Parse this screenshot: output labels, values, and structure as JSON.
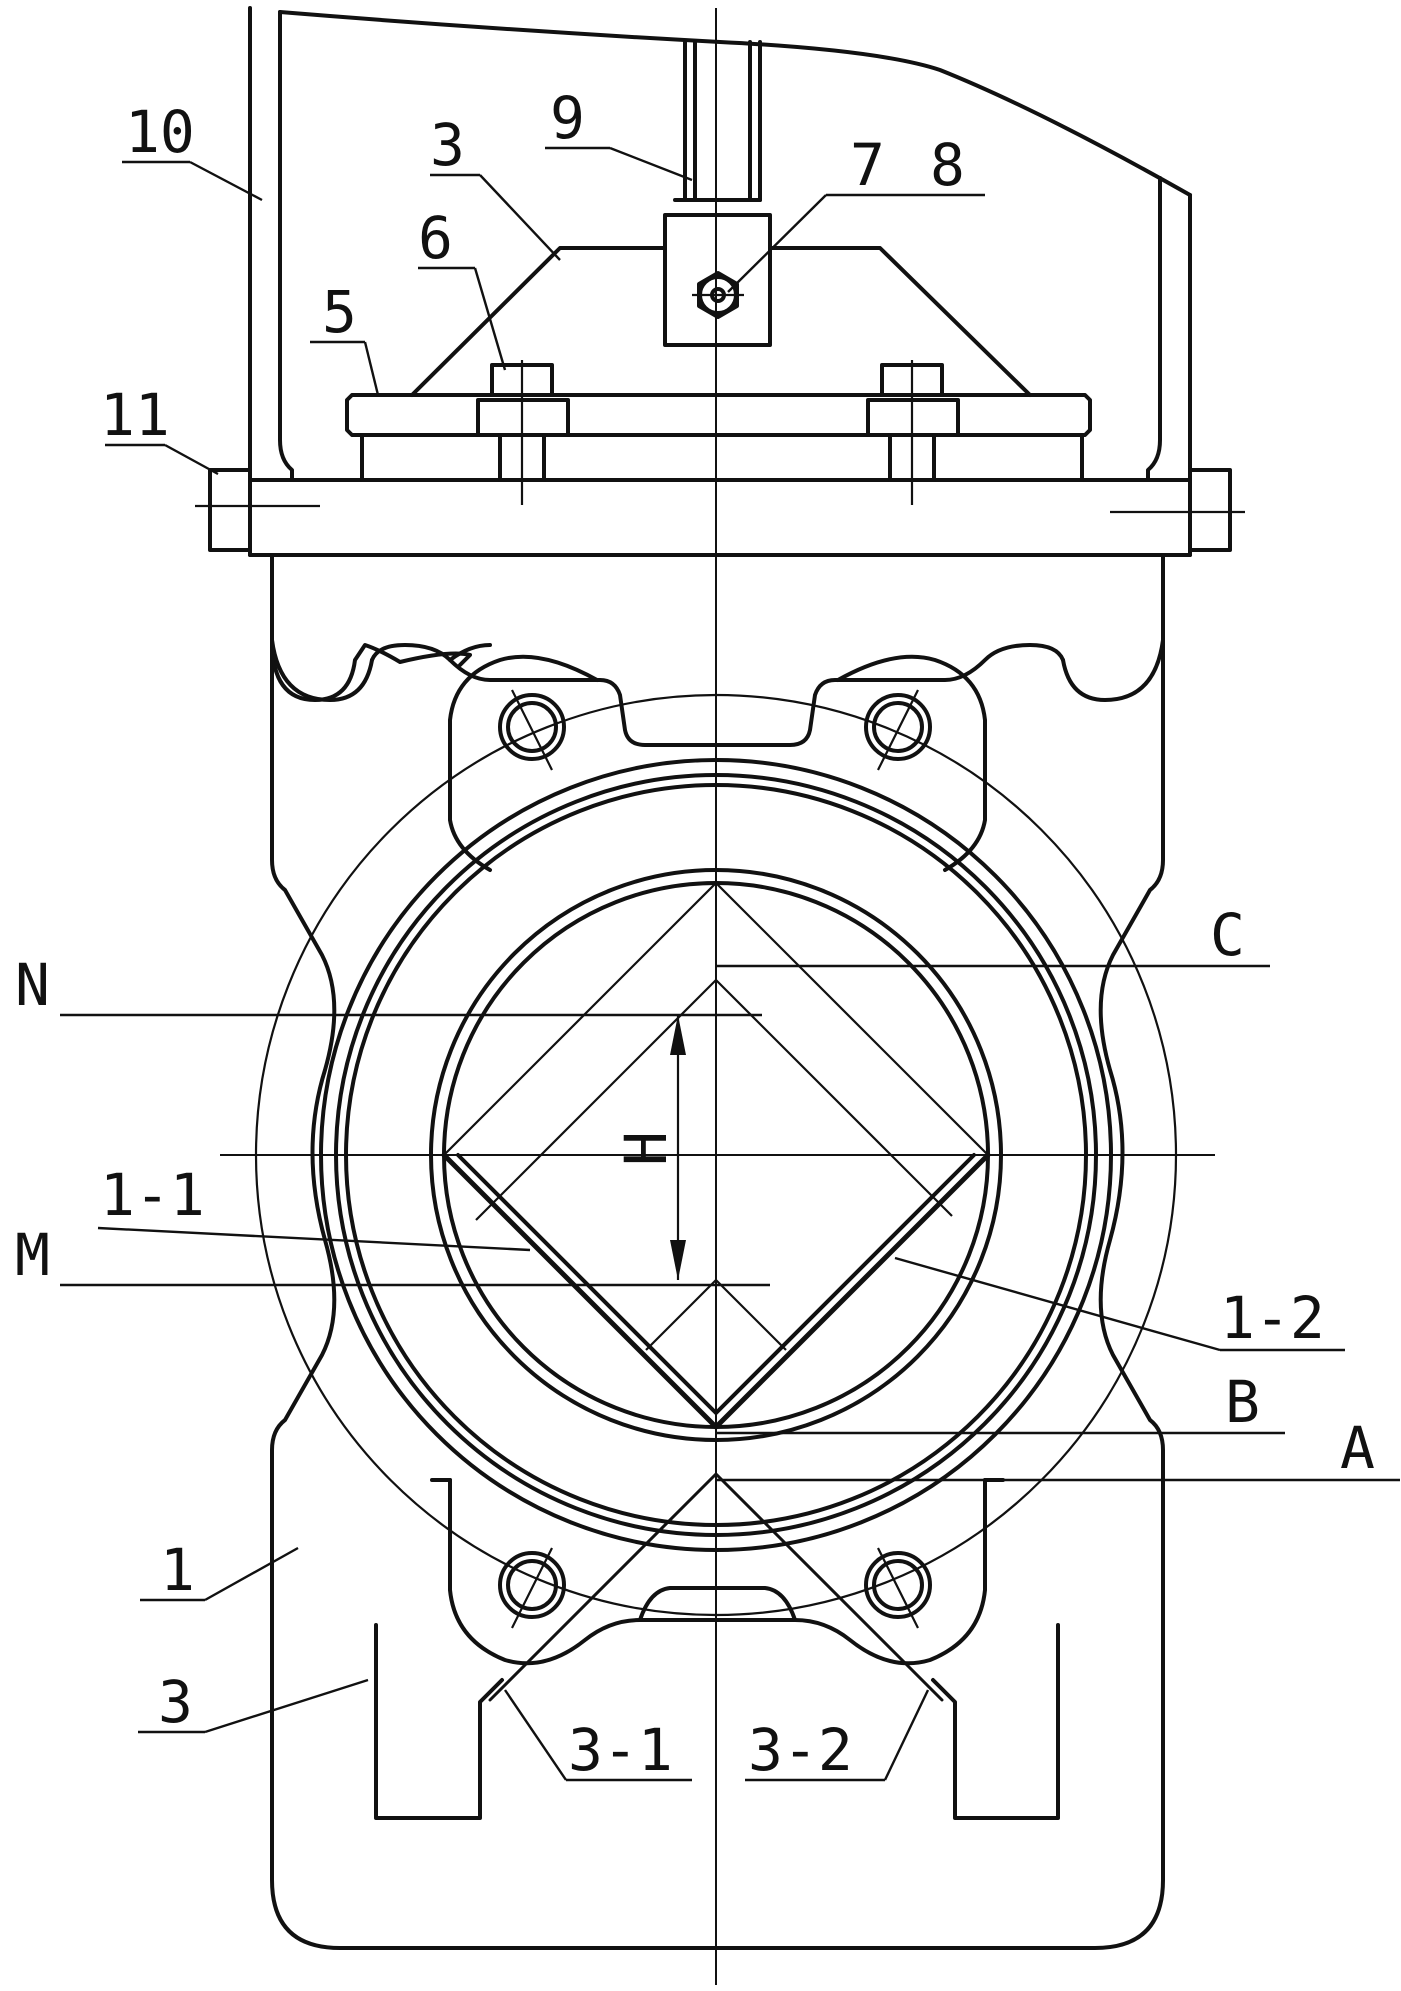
{
  "labels": {
    "label_10": "10",
    "label_9": "9",
    "label_3_top": "3",
    "label_7": "7",
    "label_8": "8",
    "label_6": "6",
    "label_5": "5",
    "label_11": "11",
    "label_c": "C",
    "label_n": "N",
    "label_1_1": "1-1",
    "label_m": "M",
    "label_1_2": "1-2",
    "label_b": "B",
    "label_a": "A",
    "label_1": "1",
    "label_3_bottom": "3",
    "label_3_1": "3-1",
    "label_3_2": "3-2",
    "dim_h": "H"
  }
}
